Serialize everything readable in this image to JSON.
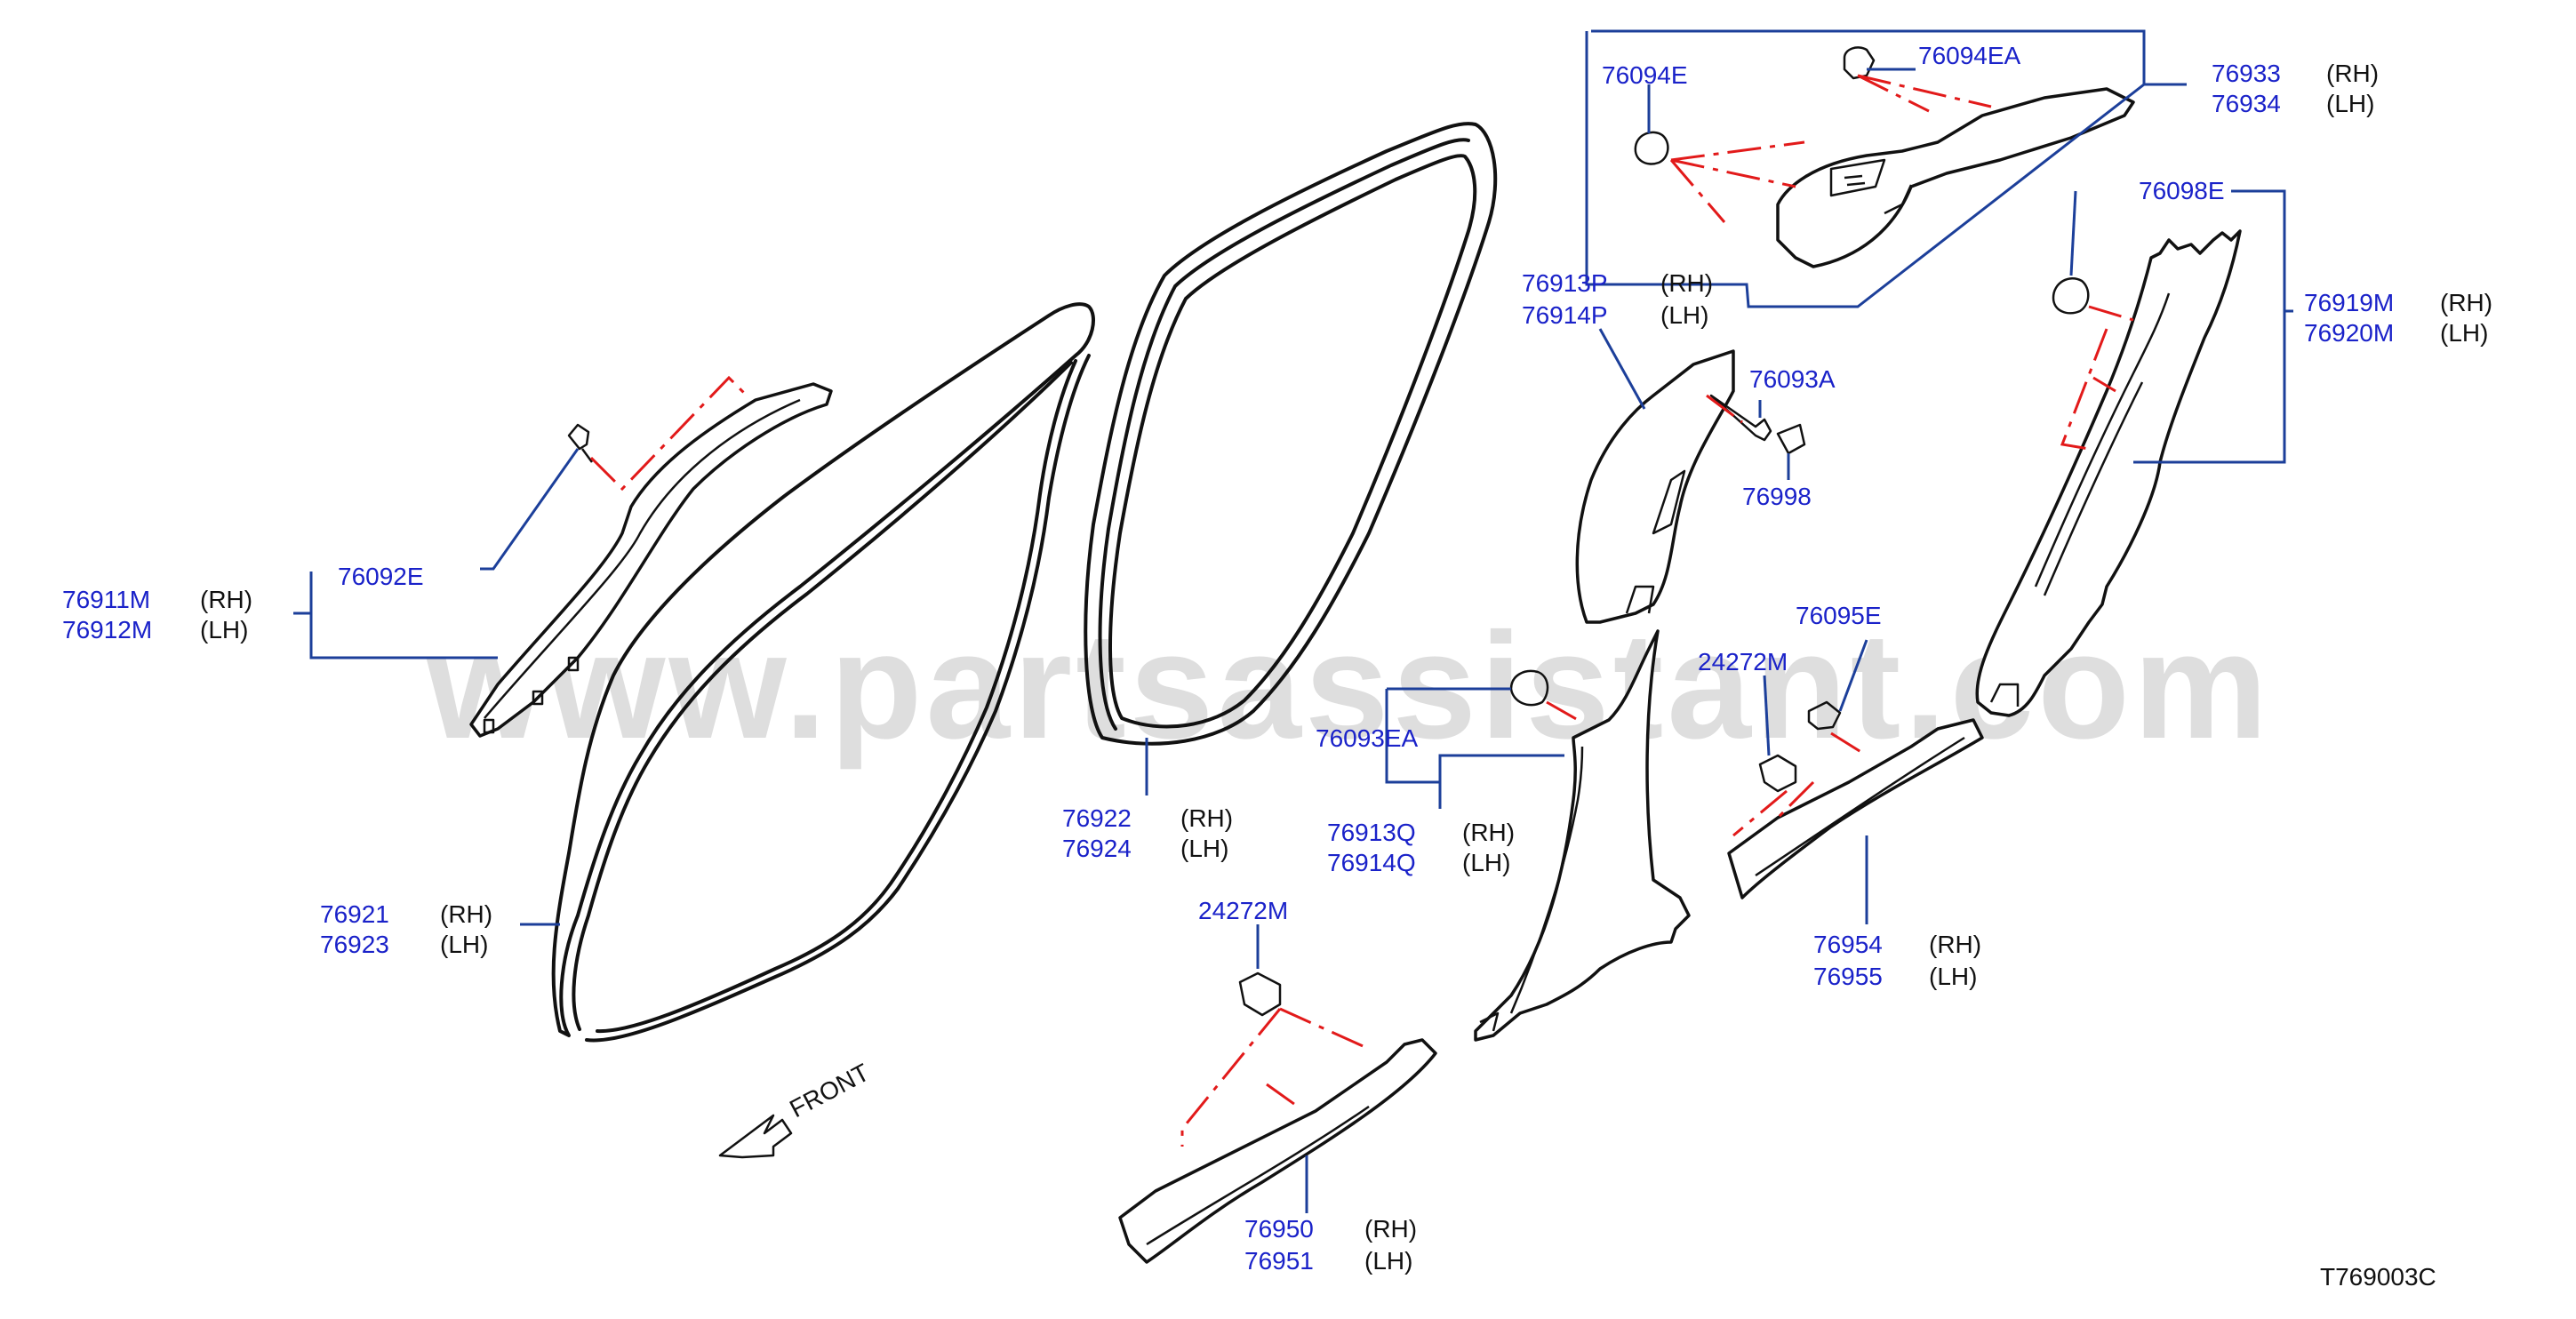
{
  "watermark": "www.partsassistant.com",
  "diagram_code": "T769003C",
  "front_label": "FRONT",
  "callouts": {
    "c76092E": "76092E",
    "c76911M": "76911M",
    "c76912M": "76912M",
    "c76921": "76921",
    "c76923": "76923",
    "c76922": "76922",
    "c76924": "76924",
    "c76913P": "76913P",
    "c76914P": "76914P",
    "c76093A": "76093A",
    "c76998": "76998",
    "c76094E": "76094E",
    "c76094EA": "76094EA",
    "c76933": "76933",
    "c76934": "76934",
    "c76098E": "76098E",
    "c76919M": "76919M",
    "c76920M": "76920M",
    "c76093EA": "76093EA",
    "c76913Q": "76913Q",
    "c76914Q": "76914Q",
    "c76095E": "76095E",
    "c24272M_right": "24272M",
    "c76954": "76954",
    "c76955": "76955",
    "c24272M_left": "24272M",
    "c76950": "76950",
    "c76951": "76951"
  },
  "side": {
    "rh": "(RH)",
    "lh": "(LH)"
  }
}
